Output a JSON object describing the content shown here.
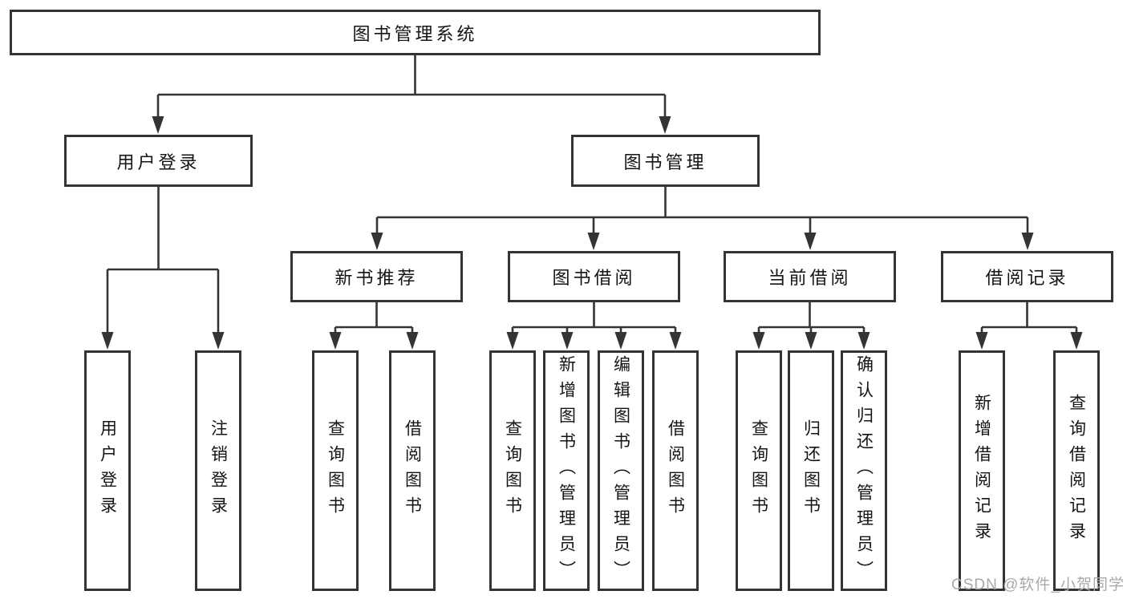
{
  "diagram": {
    "root": "图书管理系统",
    "branches": [
      {
        "label": "用户登录",
        "children": [
          "用户登录",
          "注销登录"
        ]
      },
      {
        "label": "图书管理",
        "groups": [
          {
            "label": "新书推荐",
            "children": [
              "查询图书",
              "借阅图书"
            ]
          },
          {
            "label": "图书借阅",
            "children": [
              "查询图书",
              "新增图书（管理员）",
              "编辑图书（管理员）",
              "借阅图书"
            ]
          },
          {
            "label": "当前借阅",
            "children": [
              "查询图书",
              "归还图书",
              "确认归还（管理员）"
            ]
          },
          {
            "label": "借阅记录",
            "children": [
              "新增借阅记录",
              "查询借阅记录"
            ]
          }
        ]
      }
    ]
  },
  "watermark": "CSDN @软件_小贺同学",
  "colors": {
    "line": "#343434",
    "text": "#141414",
    "watermark": "#a9a9a9"
  }
}
